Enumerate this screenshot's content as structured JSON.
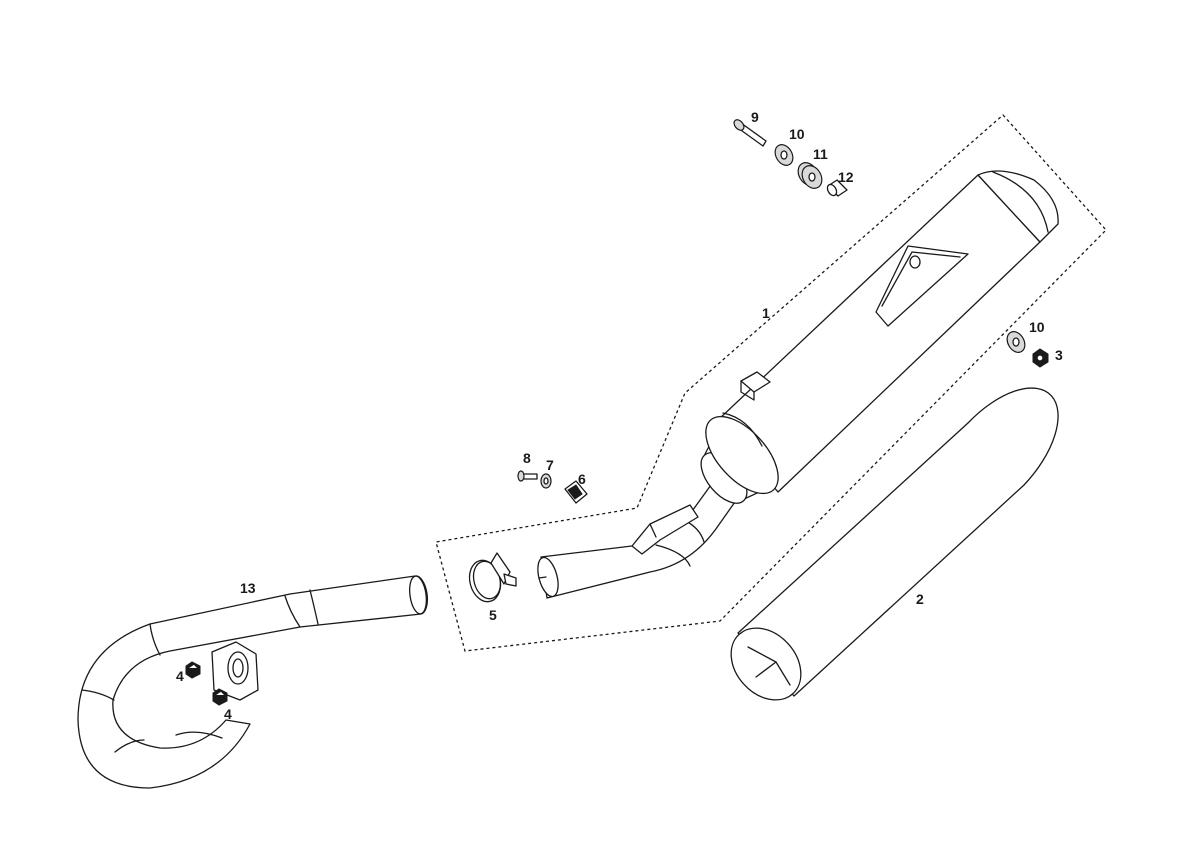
{
  "callouts": {
    "silencer": "1",
    "sleeve": "2",
    "nut_right": "3",
    "nut_upper": "4",
    "nut_lower": "4",
    "clamp": "5",
    "clip": "6",
    "washer_small": "7",
    "screw_small": "8",
    "bolt": "9",
    "washer_top": "10",
    "washer_right": "10",
    "grommet": "11",
    "spacer": "12",
    "header_pipe": "13"
  }
}
